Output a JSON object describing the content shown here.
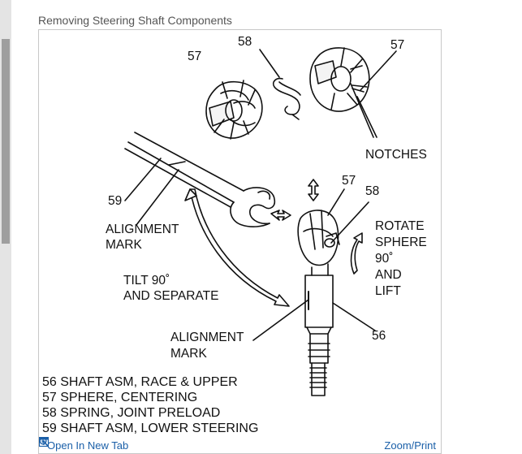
{
  "caption": "Removing Steering Shaft Components",
  "callouts": {
    "c57_left": "57",
    "c58_top": "58",
    "c57_right": "57",
    "notches": "NOTCHES",
    "c59": "59",
    "alignment_mark_1_l1": "ALIGNMENT",
    "alignment_mark_1_l2": "MARK",
    "c57_mid": "57",
    "c58_mid": "58",
    "rotate_l1": "ROTATE",
    "rotate_l2": "SPHERE",
    "rotate_l3": "90˚",
    "rotate_l4": "AND",
    "rotate_l5": "LIFT",
    "tilt_l1": "TILT 90˚",
    "tilt_l2": "AND SEPARATE",
    "alignment_mark_2_l1": "ALIGNMENT",
    "alignment_mark_2_l2": "MARK",
    "c56": "56"
  },
  "legend": [
    "56 SHAFT ASM, RACE & UPPER",
    "57 SPHERE, CENTERING",
    "58 SPRING, JOINT PRELOAD",
    "59 SHAFT ASM, LOWER STEERING"
  ],
  "actions": {
    "open_new_tab": "Open In New Tab",
    "zoom_print": "Zoom/Print"
  },
  "icons": {
    "open": "open-new-tab-icon",
    "zoom": "magnifier-icon"
  },
  "colors": {
    "link": "#1a5fa8",
    "caption": "#555555"
  }
}
